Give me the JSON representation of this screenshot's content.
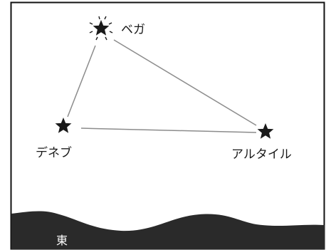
{
  "stars": {
    "vega": {
      "label": "ベガ"
    },
    "deneb": {
      "label": "デネブ"
    },
    "altair": {
      "label": "アルタイル"
    }
  },
  "horizon": {
    "direction_label": "東"
  },
  "colors": {
    "frame": "#111111",
    "sky": "#ffffff",
    "lines": "#8c8c8c",
    "stars": "#1a1a1a",
    "ground": "#2a2a2a",
    "direction_text": "#ffffff"
  }
}
